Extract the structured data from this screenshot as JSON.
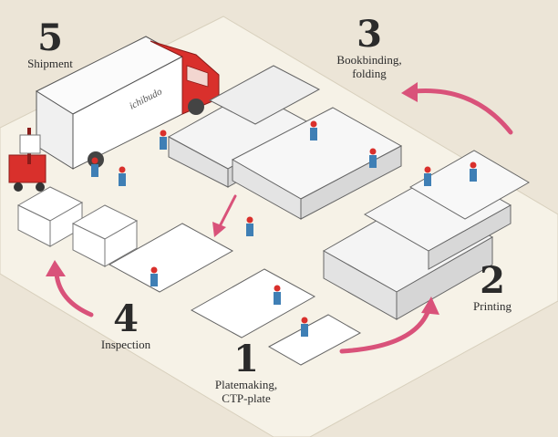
{
  "steps": [
    {
      "num": "1",
      "label": "Platemaking,\nCTP-plate"
    },
    {
      "num": "2",
      "label": "Printing"
    },
    {
      "num": "3",
      "label": "Bookbinding,\nfolding"
    },
    {
      "num": "4",
      "label": "Inspection"
    },
    {
      "num": "5",
      "label": "Shipment"
    }
  ],
  "truck_text": "ichibudo",
  "colors": {
    "background": "#ece5d7",
    "floor": "#f5f1e6",
    "arrow": "#d9527a",
    "accent": "#d9302c",
    "worker": "#3f7fb5",
    "ink": "#2b2b2b"
  }
}
